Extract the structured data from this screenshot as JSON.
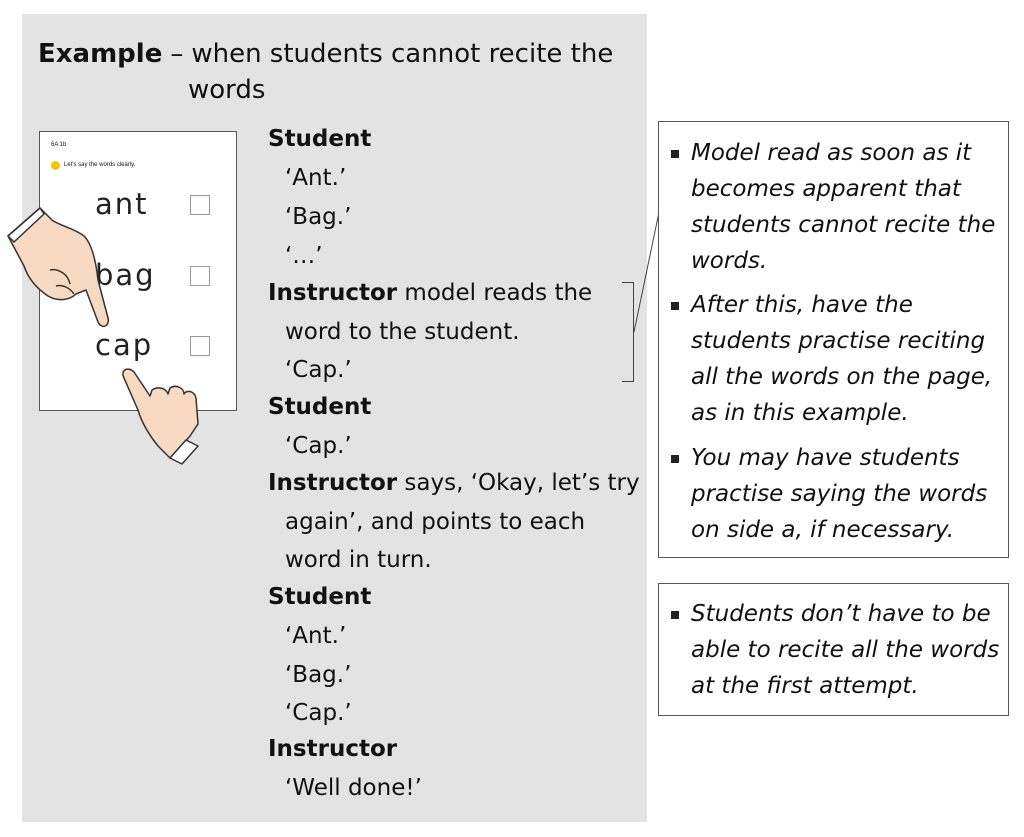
{
  "heading": {
    "example": "Example",
    "dash": "–",
    "line1": "when students cannot recite the",
    "line2": "words"
  },
  "card": {
    "code": "6A 1b",
    "instruction": "Let's say the words clearly.",
    "words": [
      "ant",
      "bag",
      "cap"
    ]
  },
  "dialogue": {
    "student": "Student",
    "instructor": "Instructor",
    "ant": "‘Ant.’",
    "bag": "‘Bag.’",
    "ellipsis": "‘…’",
    "model_reads_1": "model reads the",
    "model_reads_2": "word to the student.",
    "cap": "‘Cap.’",
    "says": "says, ‘Okay, let’s try",
    "again": "again’, and points to each",
    "turn": "word in turn.",
    "well_done": "‘Well done!’"
  },
  "notes": {
    "box1": {
      "b1": [
        "Model read as soon as it",
        "becomes apparent that",
        "students cannot recite the",
        "words."
      ],
      "b2": [
        "After this, have the",
        "students practise reciting",
        "all the words on the page,",
        "as in this example."
      ],
      "b3": [
        "You may have students",
        "practise saying the words",
        "on side a, if necessary."
      ]
    },
    "box2": {
      "b1": [
        "Students don’t have to be",
        "able to recite all the words",
        "at the first attempt."
      ]
    }
  }
}
